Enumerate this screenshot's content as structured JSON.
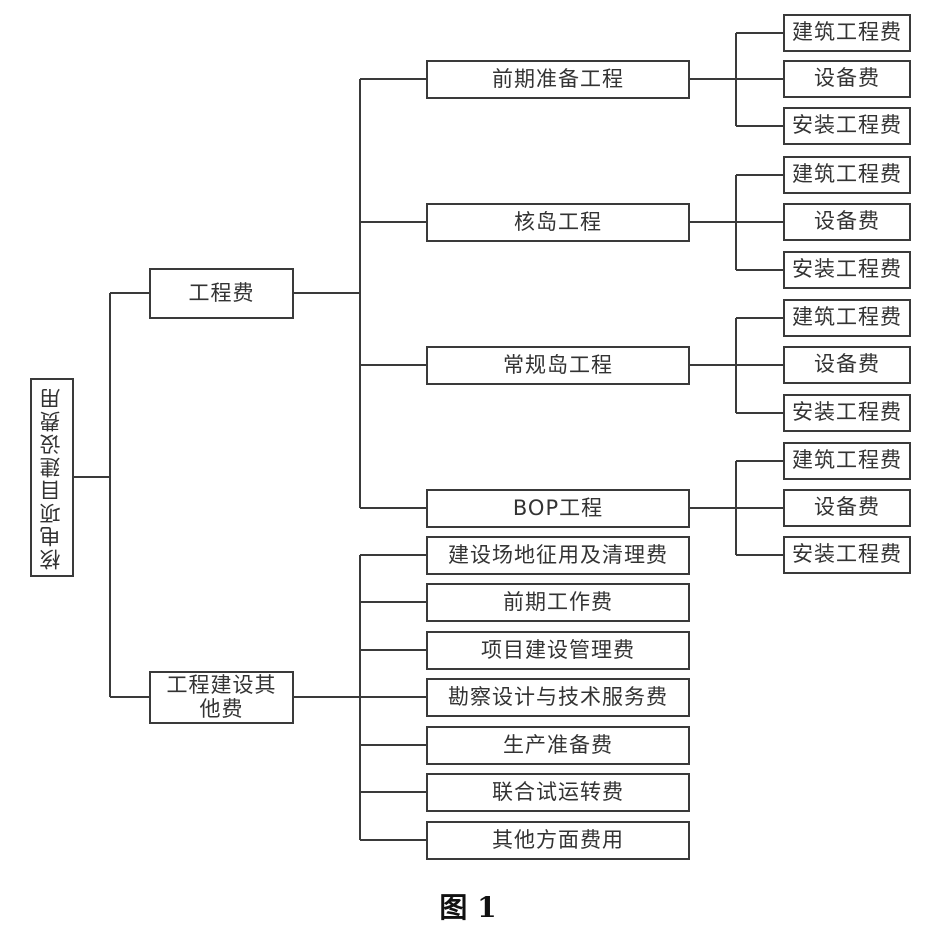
{
  "root": {
    "label": "核电项目建设费用"
  },
  "level1": [
    {
      "label": "工程费"
    },
    {
      "label": "工程建设其他费"
    }
  ],
  "engineering": [
    {
      "label": "前期准备工程",
      "children": [
        "建筑工程费",
        "设备费",
        "安装工程费"
      ]
    },
    {
      "label": "核岛工程",
      "children": [
        "建筑工程费",
        "设备费",
        "安装工程费"
      ]
    },
    {
      "label": "常规岛工程",
      "children": [
        "建筑工程费",
        "设备费",
        "安装工程费"
      ]
    },
    {
      "label": "BOP工程",
      "children": [
        "建筑工程费",
        "设备费",
        "安装工程费"
      ]
    }
  ],
  "other_costs": [
    "建设场地征用及清理费",
    "前期工作费",
    "项目建设管理费",
    "勘察设计与技术服务费",
    "生产准备费",
    "联合试运转费",
    "其他方面费用"
  ],
  "caption": "图 1"
}
